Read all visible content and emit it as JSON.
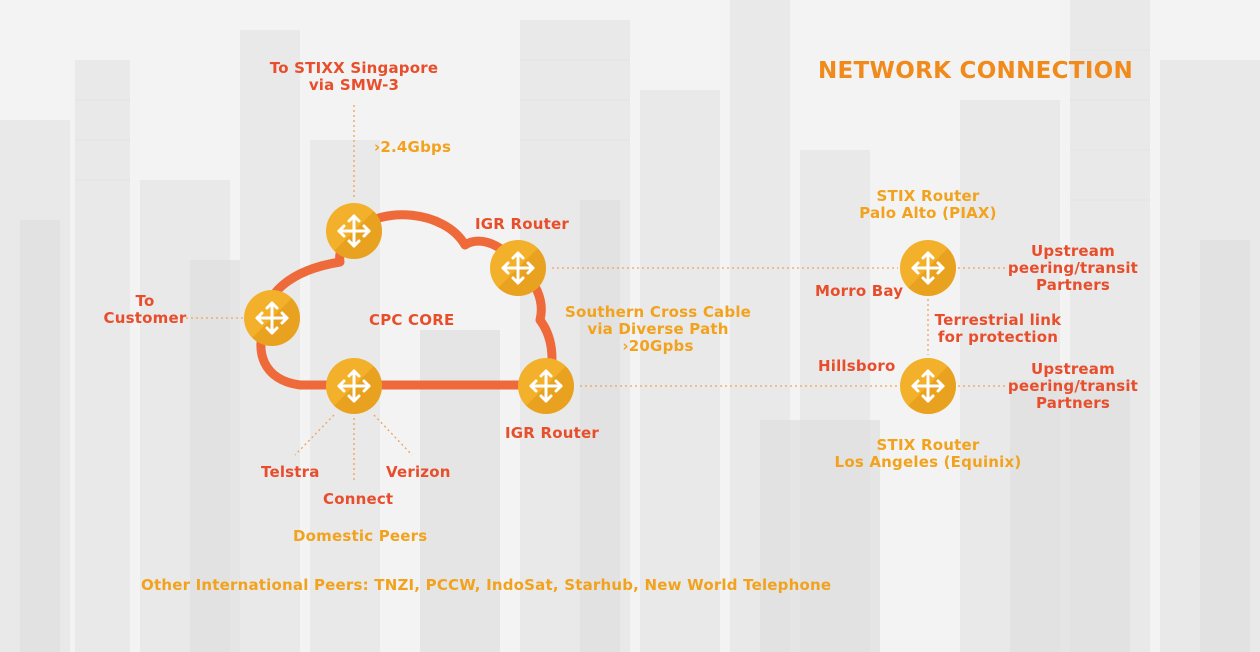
{
  "title": "NETWORK CONNECTION",
  "colors": {
    "cloud_stroke": "#ef6a3a",
    "router_fill": "#f3b02a",
    "router_shadow": "#d98e12",
    "label_red": "#e84e2b",
    "label_orange": "#f2a21c",
    "dotted_line": "#f0a25a"
  },
  "cloud": {
    "label": "CPC CORE"
  },
  "labels": {
    "singapore_line1": "To STIXX Singapore",
    "singapore_line2": "via SMW-3",
    "singapore_speed": "›2.4Gbps",
    "igr_router_top": "IGR Router",
    "igr_router_bottom": "IGR Router",
    "to_customer_line1": "To",
    "to_customer_line2": "Customer",
    "southern_line1": "Southern Cross Cable",
    "southern_line2": "via Diverse Path",
    "southern_line3": "›20Gpbs",
    "telstra": "Telstra",
    "connect": "Connect",
    "verizon": "Verizon",
    "domestic_peers": "Domestic Peers",
    "other_peers": "Other International Peers: TNZI, PCCW, IndoSat, Starhub, New World Telephone",
    "stix_pa_line1": "STIX Router",
    "stix_pa_line2": "Palo Alto (PIAX)",
    "morro_bay": "Morro Bay",
    "upstream1_line1": "Upstream",
    "upstream1_line2": "peering/transit",
    "upstream1_line3": "Partners",
    "terrestrial_line1": "Terrestrial link",
    "terrestrial_line2": "for protection",
    "hillsboro": "Hillsboro",
    "upstream2_line1": "Upstream",
    "upstream2_line2": "peering/transit",
    "upstream2_line3": "Partners",
    "stix_la_line1": "STIX Router",
    "stix_la_line2": "Los Angeles (Equinix)"
  },
  "routers": [
    {
      "id": "singapore-router",
      "icon": "router-arrows-icon"
    },
    {
      "id": "igr-router-top",
      "icon": "router-arrows-icon"
    },
    {
      "id": "customer-router",
      "icon": "router-arrows-icon"
    },
    {
      "id": "domestic-router",
      "icon": "router-arrows-icon"
    },
    {
      "id": "igr-router-bottom",
      "icon": "router-arrows-icon"
    },
    {
      "id": "stix-palo-alto-router",
      "icon": "router-arrows-icon"
    },
    {
      "id": "stix-los-angeles-router",
      "icon": "router-arrows-icon"
    }
  ]
}
